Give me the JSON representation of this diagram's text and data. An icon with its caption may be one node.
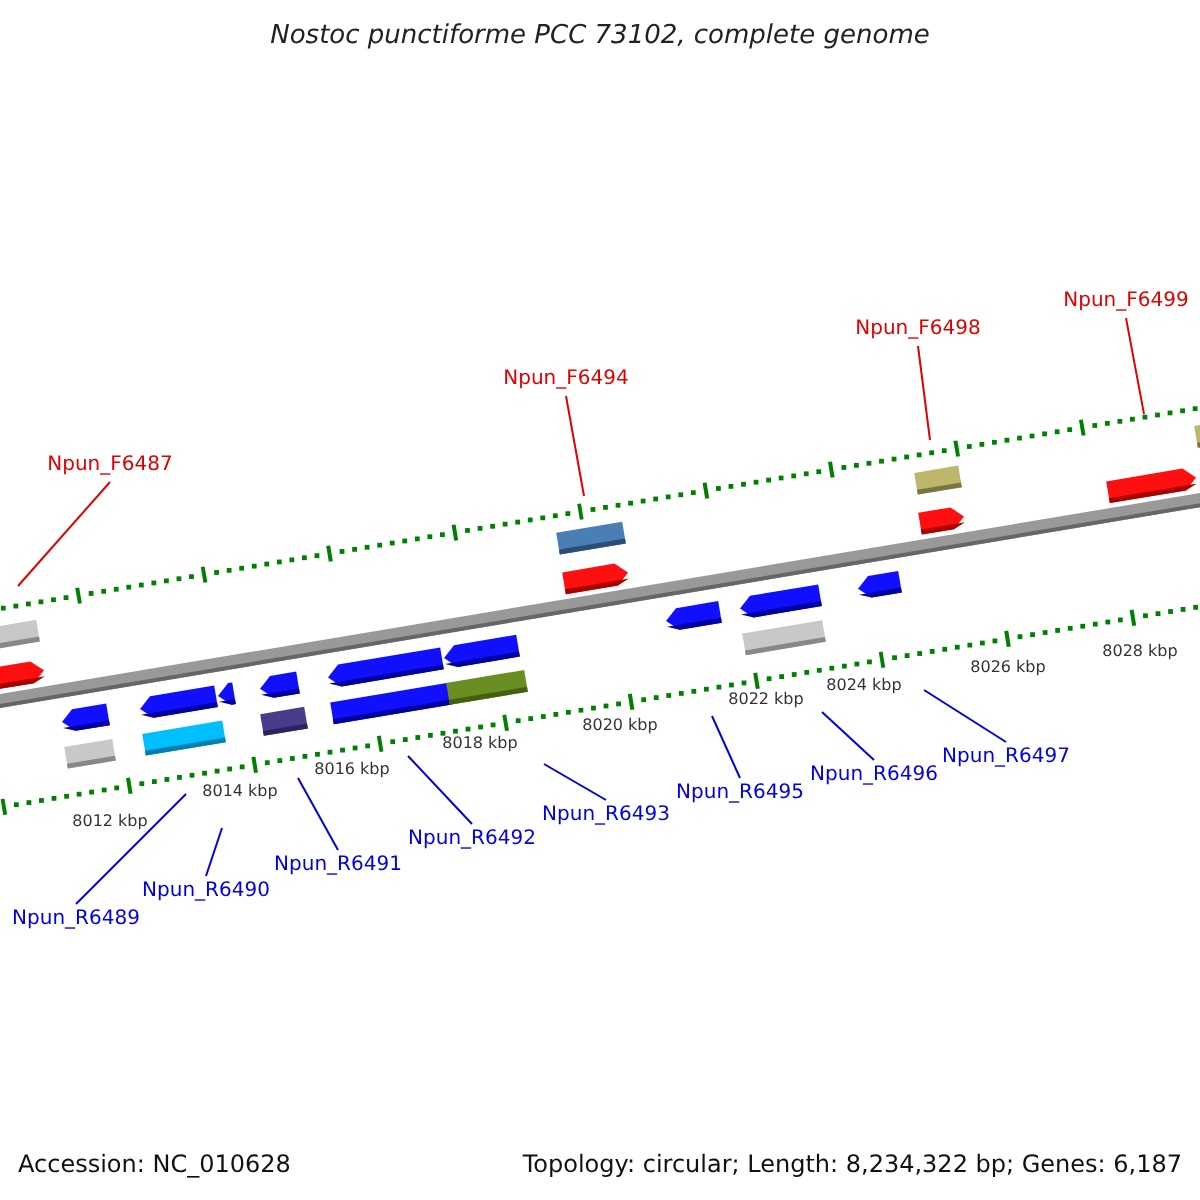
{
  "diagram": {
    "title": "Nostoc punctiforme PCC 73102, complete genome",
    "nodes": [
      {
        "text": [
          "Npun_F6487"
        ]
      },
      {
        "text": [
          "Npun_F6494"
        ]
      },
      {
        "text": [
          "Npun_F6498"
        ]
      },
      {
        "text": [
          "Npun_F6499"
        ]
      },
      {
        "text": [
          "Npun_R6489"
        ]
      },
      {
        "text": [
          "Npun_R6490"
        ]
      },
      {
        "text": [
          "Npun_R6491"
        ]
      },
      {
        "text": [
          "Npun_R6492"
        ]
      },
      {
        "text": [
          "Npun_R6493"
        ]
      },
      {
        "text": [
          "Npun_R6495"
        ]
      },
      {
        "text": [
          "Npun_R6496"
        ]
      },
      {
        "text": [
          "Npun_R6497"
        ]
      }
    ],
    "edges": [
      {
        "from": 0,
        "to": null,
        "arrow": "none",
        "color": "#e00000"
      },
      {
        "from": 1,
        "to": null,
        "arrow": "none",
        "color": "#e00000"
      },
      {
        "from": 2,
        "to": null,
        "arrow": "none",
        "color": "#e00000"
      },
      {
        "from": 3,
        "to": null,
        "arrow": "none",
        "color": "#e00000"
      },
      {
        "from": 4,
        "to": null,
        "arrow": "none"
      },
      {
        "from": 5,
        "to": null,
        "arrow": "none"
      },
      {
        "from": 6,
        "to": null,
        "arrow": "none"
      },
      {
        "from": 7,
        "to": null,
        "arrow": "none"
      },
      {
        "from": 8,
        "to": null,
        "arrow": "none"
      },
      {
        "from": 9,
        "to": null,
        "arrow": "none"
      },
      {
        "from": 10,
        "to": null,
        "arrow": "none"
      },
      {
        "from": 11,
        "to": null,
        "arrow": "none"
      }
    ],
    "labels": [
      "8012 kbp",
      "8014 kbp",
      "8016 kbp",
      "8018 kbp",
      "8020 kbp",
      "8022 kbp",
      "8024 kbp",
      "8026 kbp",
      "8028 kbp",
      "Accession: NC_010628",
      "Topology: circular; Length: 8,234,322 bp; Genes: 6,187"
    ]
  }
}
